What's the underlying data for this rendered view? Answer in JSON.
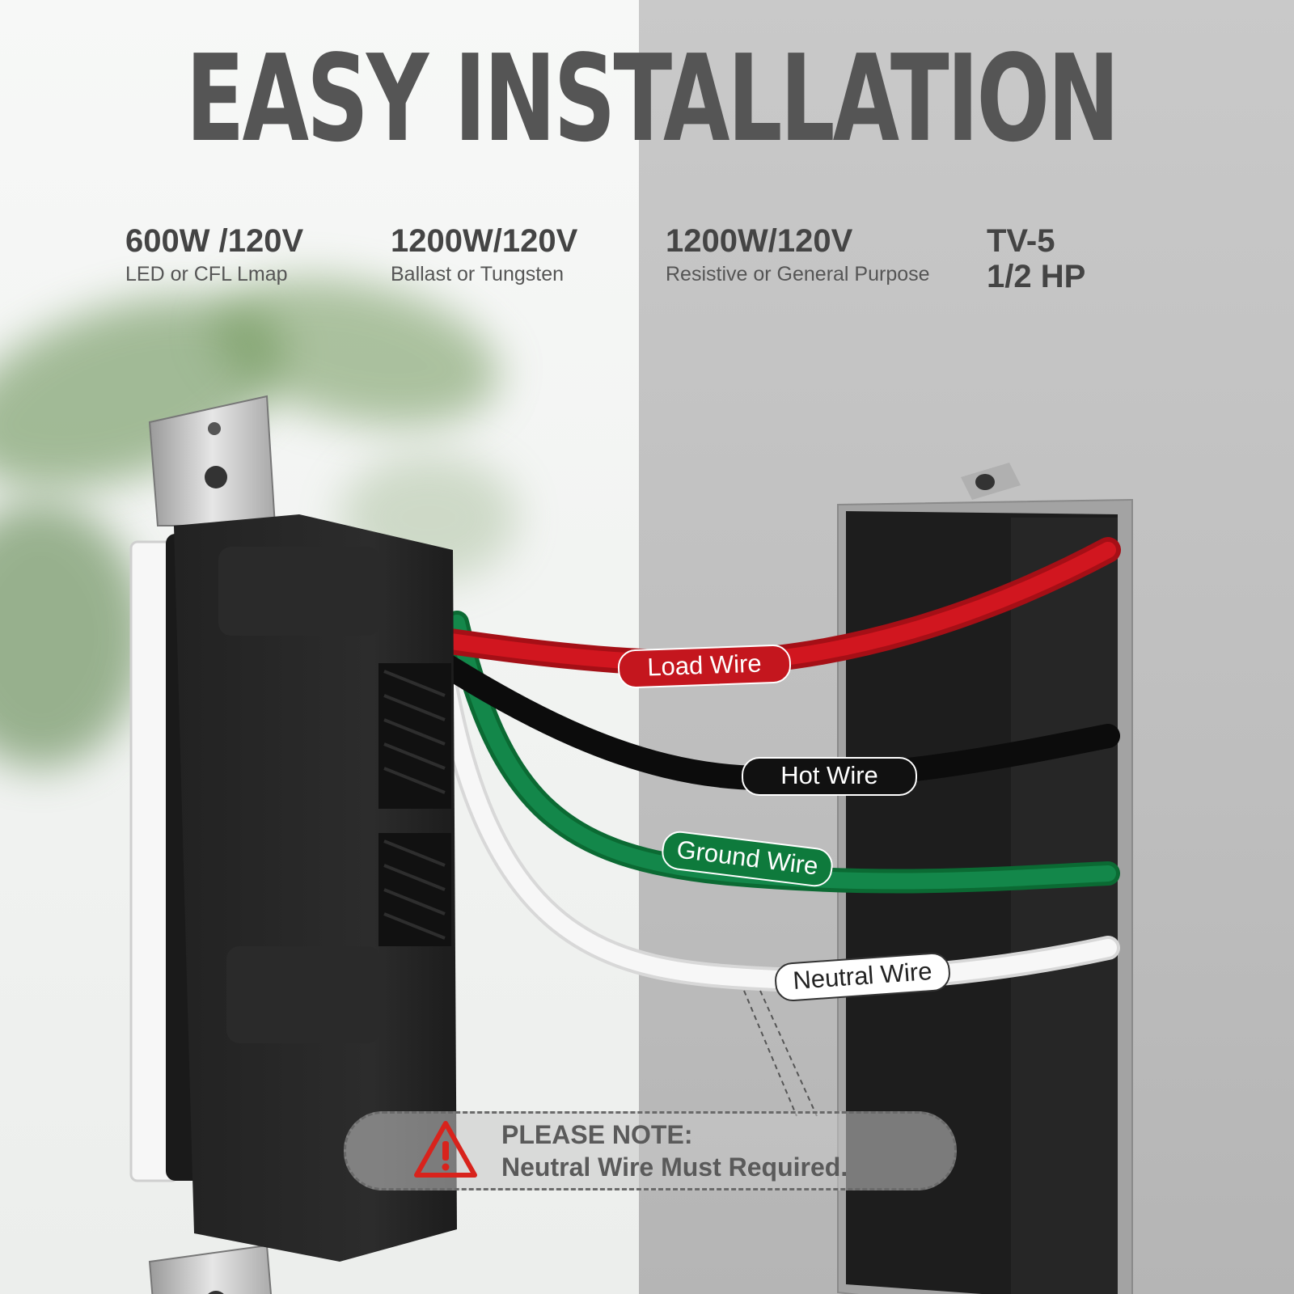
{
  "title": "EASY INSTALLATION",
  "specs": [
    {
      "value": "600W /120V",
      "desc": "LED or CFL Lmap"
    },
    {
      "value": "1200W/120V",
      "desc": "Ballast or Tungsten"
    },
    {
      "value": "1200W/120V",
      "desc": "Resistive or General Purpose"
    },
    {
      "value": "TV-5",
      "desc": "1/2 HP"
    }
  ],
  "wires": {
    "load": "Load Wire",
    "hot": "Hot Wire",
    "ground": "Ground Wire",
    "neutral": "Neutral Wire"
  },
  "colors": {
    "load": "#c8141c",
    "hot": "#141414",
    "ground": "#0e7a3c",
    "neutral": "#f4f4f4",
    "warning": "#d8231c"
  },
  "note": {
    "heading": "PLEASE NOTE:",
    "body": "Neutral Wire Must Required.",
    "icon": "warning-triangle-icon"
  }
}
